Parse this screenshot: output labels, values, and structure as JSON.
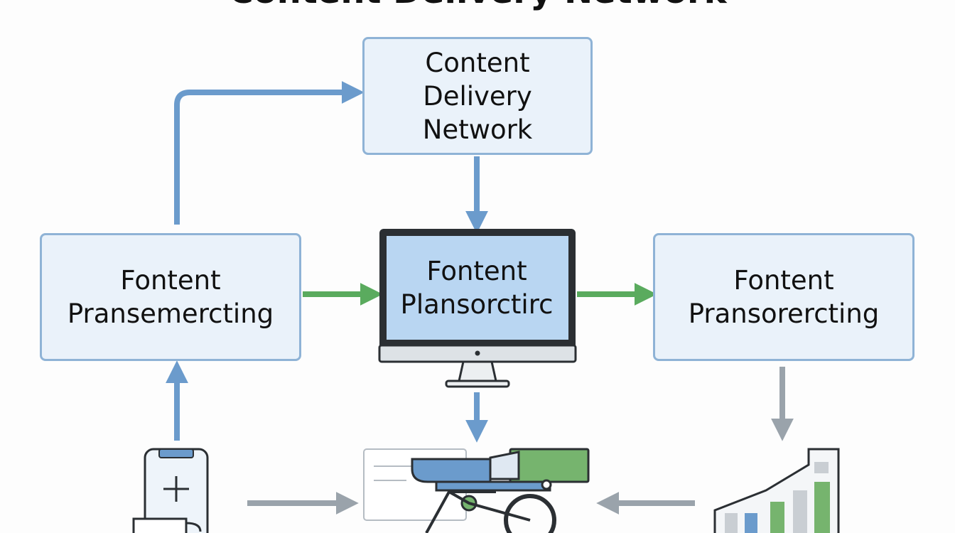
{
  "title": "Content Delivery Network",
  "nodes": {
    "top": {
      "lines": [
        "Content",
        "Delivery",
        "Network"
      ]
    },
    "left": {
      "lines": [
        "Fontent",
        "Pransemercting"
      ]
    },
    "center": {
      "lines": [
        "Fontent",
        "Plansorctirc"
      ]
    },
    "right": {
      "lines": [
        "Fontent",
        "Pransorercting"
      ]
    }
  },
  "colors": {
    "box_fill": "#eaf2fa",
    "box_border": "#8fb3d6",
    "blue_arrow": "#6b9bcc",
    "green_arrow": "#5aab5e",
    "gray_arrow": "#9aa3ab",
    "monitor_frame": "#2b2f33",
    "monitor_screen": "#b9d6f2",
    "accent_green": "#76b46e"
  },
  "icons": {
    "center": "desktop-monitor-icon",
    "bottom_left": "mobile-phone-icon",
    "bottom_left_cup": "coffee-cup-icon",
    "bottom_center": "bicycle-machine-icon",
    "bottom_right": "bar-chart-building-icon"
  }
}
